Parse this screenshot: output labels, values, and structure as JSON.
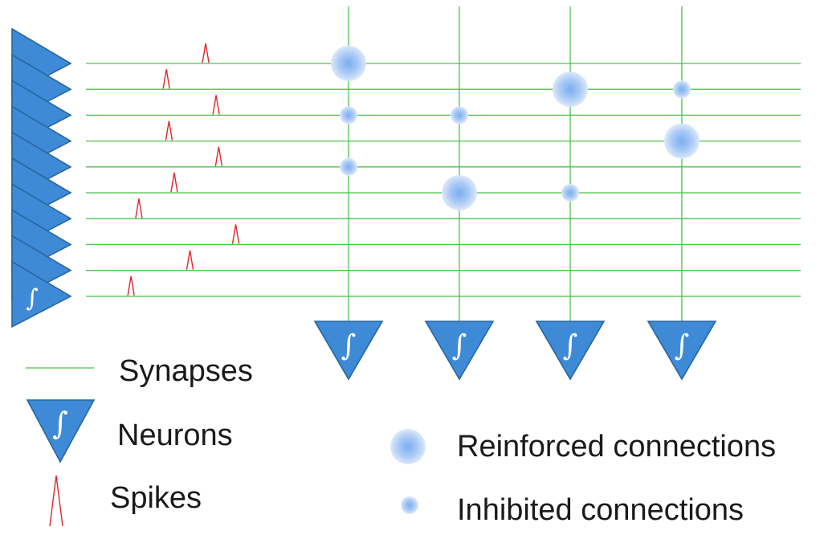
{
  "symbol": {
    "neuron_glyph": "∫"
  },
  "colors": {
    "synapse": "#4cc24c",
    "neuron_fill": "#3e8ad6",
    "neuron_stroke": "#27669f",
    "spike": "#e0262b",
    "connection_core": "#88b7f2",
    "connection_edge": "#dce9fb"
  },
  "network": {
    "input_neuron_count": 10,
    "output_neuron_count": 4,
    "spikes": [
      {
        "row": 0,
        "timing": 0.62
      },
      {
        "row": 1,
        "timing": 0.32
      },
      {
        "row": 2,
        "timing": 0.7
      },
      {
        "row": 3,
        "timing": 0.34
      },
      {
        "row": 4,
        "timing": 0.72
      },
      {
        "row": 5,
        "timing": 0.38
      },
      {
        "row": 6,
        "timing": 0.11
      },
      {
        "row": 7,
        "timing": 0.85
      },
      {
        "row": 8,
        "timing": 0.5
      },
      {
        "row": 9,
        "timing": 0.05
      }
    ],
    "connections": [
      {
        "row": 0,
        "column": 0,
        "type": "reinforced"
      },
      {
        "row": 2,
        "column": 0,
        "type": "inhibited"
      },
      {
        "row": 4,
        "column": 0,
        "type": "inhibited"
      },
      {
        "row": 2,
        "column": 1,
        "type": "inhibited"
      },
      {
        "row": 5,
        "column": 1,
        "type": "reinforced"
      },
      {
        "row": 1,
        "column": 2,
        "type": "reinforced"
      },
      {
        "row": 5,
        "column": 2,
        "type": "inhibited"
      },
      {
        "row": 1,
        "column": 3,
        "type": "inhibited"
      },
      {
        "row": 3,
        "column": 3,
        "type": "reinforced"
      }
    ]
  },
  "legend": {
    "synapses_label": "Synapses",
    "neurons_label": "Neurons",
    "spikes_label": "Spikes",
    "reinforced_label": "Reinforced connections",
    "inhibited_label": "Inhibited connections"
  }
}
